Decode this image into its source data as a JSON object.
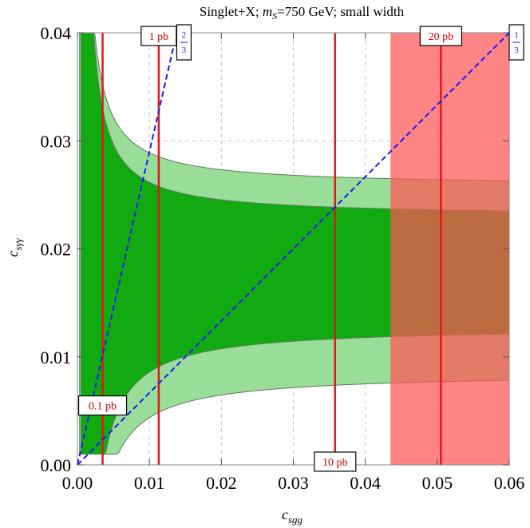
{
  "chart_data": {
    "type": "line",
    "title": "Singlet+X; m_S=750 GeV; small width",
    "title_parts": {
      "pre": "Singlet+X; ",
      "m": "m",
      "sub": "S",
      "post": "=750 GeV; small width"
    },
    "xlabel": "c_sgg",
    "xlabel_parts": {
      "main": "c",
      "sub": "sgg"
    },
    "ylabel": "c_sγγ",
    "ylabel_parts": {
      "main": "c",
      "sub": "sγγ"
    },
    "xlim": [
      0,
      0.06
    ],
    "ylim": [
      0,
      0.04
    ],
    "x_ticks": [
      {
        "v": 0.0,
        "label": "0.00"
      },
      {
        "v": 0.01,
        "label": "0.01"
      },
      {
        "v": 0.02,
        "label": "0.02"
      },
      {
        "v": 0.03,
        "label": "0.03"
      },
      {
        "v": 0.04,
        "label": "0.04"
      },
      {
        "v": 0.05,
        "label": "0.05"
      },
      {
        "v": 0.06,
        "label": "0.06"
      }
    ],
    "y_ticks": [
      {
        "v": 0.0,
        "label": "0.00"
      },
      {
        "v": 0.01,
        "label": "0.01"
      },
      {
        "v": 0.02,
        "label": "0.02"
      },
      {
        "v": 0.03,
        "label": "0.03"
      },
      {
        "v": 0.04,
        "label": "0.04"
      }
    ],
    "grid": true,
    "bands": [
      {
        "level": "outer",
        "color": "#99dd99",
        "y_low": 0.0085,
        "y_high": 0.0258,
        "x_start": 0.0003
      },
      {
        "level": "inner",
        "color": "#11aa11",
        "y_low": 0.0128,
        "y_high": 0.023,
        "x_start": 0.0005
      }
    ],
    "excluded_region": {
      "x_min": 0.0435,
      "x_max": 0.06,
      "y_min": 0,
      "y_max": 0.04,
      "color": "#ff5555"
    },
    "cross_section_lines": [
      {
        "x": 0.0035,
        "label": "0.1 pb",
        "label_y": 0.0055
      },
      {
        "x": 0.0113,
        "label": "1 pb",
        "label_y": 0.0397
      },
      {
        "x": 0.0358,
        "label": "10 pb",
        "label_y": 0.0003
      },
      {
        "x": 0.0505,
        "label": "20 pb",
        "label_y": 0.0397
      }
    ],
    "ratio_lines": [
      {
        "slope_num": "2",
        "slope_den": "3",
        "x_end": 0.0138,
        "y_end": 0.04
      },
      {
        "slope_num": "1",
        "slope_den": "3",
        "x_end": 0.06,
        "y_end": 0.04
      }
    ],
    "colors": {
      "red_line": "#e8141a",
      "blue_line": "#1a1aff",
      "band_edge": "#5a7a5a",
      "grid": "#c8c8c8"
    }
  }
}
